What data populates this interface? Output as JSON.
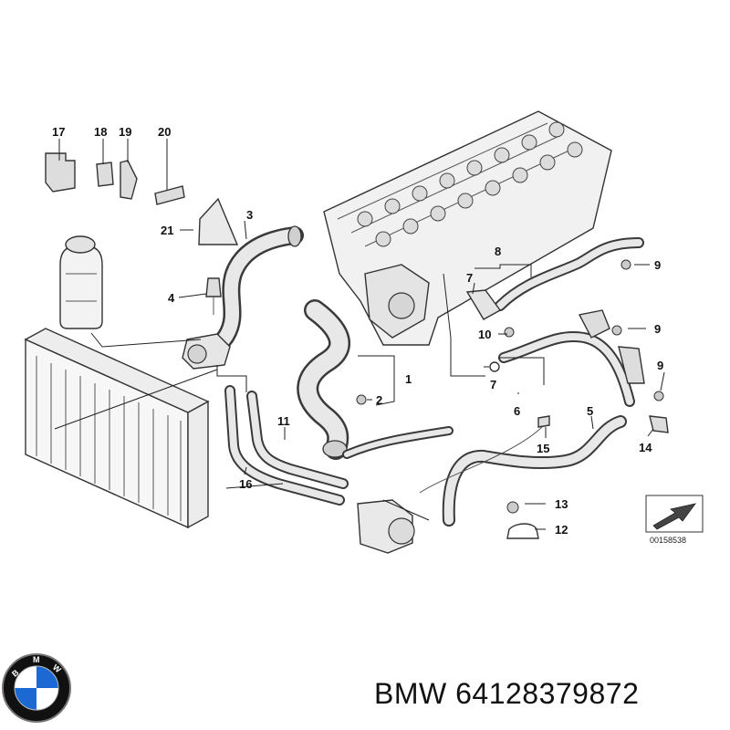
{
  "diagram": {
    "callouts": [
      "17",
      "18",
      "19",
      "20",
      "21",
      "3",
      "4",
      "8",
      "9",
      "7",
      "10",
      "9",
      "1",
      "2",
      "7",
      "6",
      "9",
      "11",
      "16",
      "5",
      "15",
      "14",
      "13",
      "12"
    ],
    "reference_code": "00158538"
  },
  "footer": {
    "brand": "BMW",
    "part_number": "64128379872",
    "text": "BMW 64128379872"
  },
  "logo": {
    "text": "BMW",
    "colors": {
      "blue": "#1c69d4",
      "ring": "#111111",
      "white": "#ffffff"
    }
  }
}
